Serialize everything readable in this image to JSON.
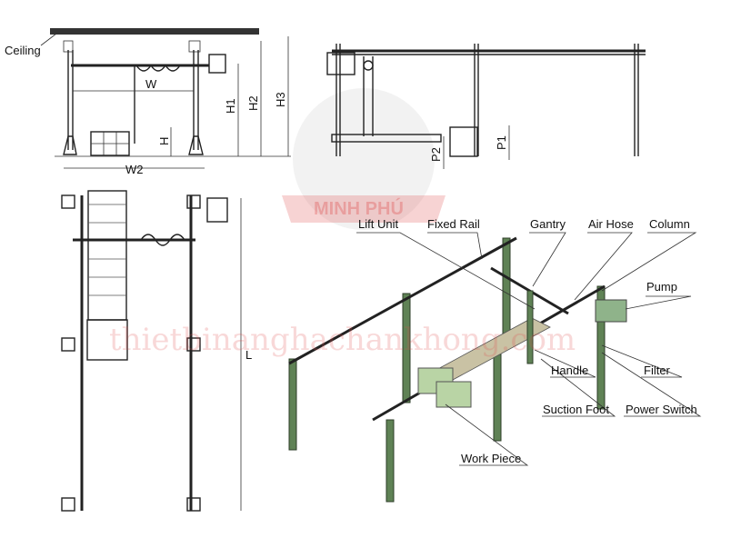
{
  "front_view": {
    "ceiling": "Ceiling",
    "w": "W",
    "w2": "W2",
    "h": "H",
    "h1": "H1",
    "h2": "H2",
    "h3": "H3"
  },
  "side_view": {
    "p1": "P1",
    "p2": "P2"
  },
  "plan_view": {
    "l": "L"
  },
  "isometric_labels": {
    "lift_unit": "Lift Unit",
    "fixed_rail": "Fixed Rail",
    "gantry": "Gantry",
    "air_hose": "Air Hose",
    "column": "Column",
    "pump": "Pump",
    "handle": "Handle",
    "filter": "Filter",
    "suction_foot": "Suction Foot",
    "power_switch": "Power Switch",
    "work_piece": "Work Piece"
  },
  "watermark": {
    "logo_text": "MINH PHÚ",
    "site": "thietbinanghachankhong.com"
  },
  "colors": {
    "column_green": "#5f8255",
    "watermark_red": "#e05050"
  }
}
